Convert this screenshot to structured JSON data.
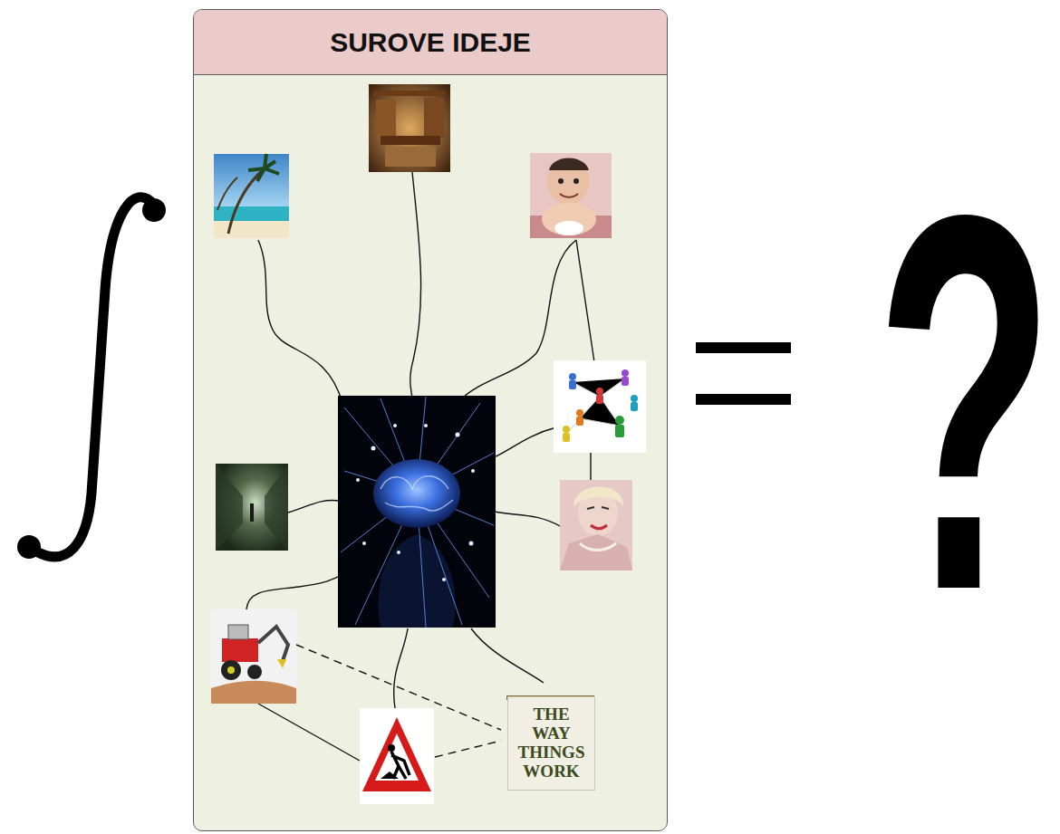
{
  "diagram": {
    "nodes": [
      {
        "text": [
          "SUROVE IDEJE"
        ]
      },
      {
        "text": [
          "THE WAY THINGS WORK"
        ],
        "in": 0
      }
    ],
    "labels": [
      "?"
    ]
  }
}
